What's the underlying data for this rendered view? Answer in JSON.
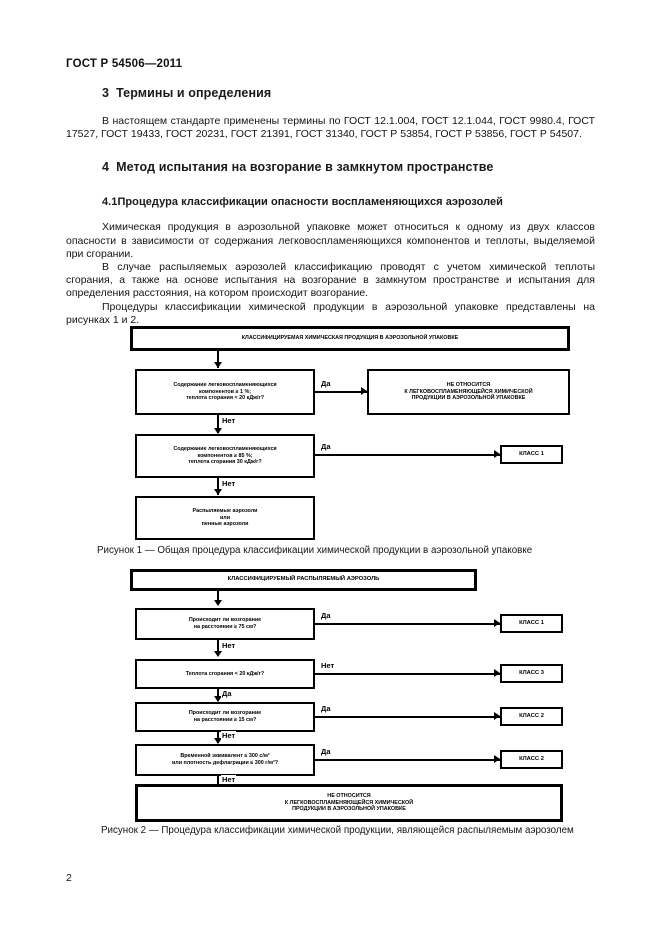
{
  "document": {
    "standard_header": "ГОСТ Р 54506—2011",
    "page_number": "2"
  },
  "sections": [
    {
      "number": "3",
      "title": "Термины и определения",
      "paragraphs": [
        "В настоящем стандарте применены термины по ГОСТ 12.1.004, ГОСТ 12.1.044, ГОСТ 9980.4, ГОСТ 17527, ГОСТ 19433, ГОСТ 20231, ГОСТ 21391, ГОСТ 31340, ГОСТ Р 53854, ГОСТ Р 53856, ГОСТ Р 54507."
      ]
    },
    {
      "number": "4",
      "title": "Метод испытания на возгорание в замкнутом пространстве",
      "subsection": {
        "number": "4.1",
        "title": "Процедура классификации опасности воспламеняющихся аэрозолей"
      },
      "paragraphs": [
        "Химическая продукция в аэрозольной упаковке может относиться к одному из двух классов опасности в зависимости от содержания легковоспламеняющихся компонентов и теплоты, выделяемой при сгорании.",
        "В случае распыляемых аэрозолей классификацию проводят с учетом химической теплоты сгорания, а также на основе испытания на возгорание в замкнутом пространстве и испытания для определения расстояния, на котором происходит возгорание.",
        "Процедуры классификации химической продукции в аэрозольной упаковке представлены на рисунках 1 и 2."
      ]
    }
  ],
  "figure1": {
    "caption": "Рисунок  1 — Общая процедура классификации химической продукции в аэрозольной упаковке",
    "nodes": {
      "start": "КЛАССИФИЦИРУЕМАЯ ХИМИЧЕСКАЯ ПРОДУКЦИЯ В АЭРОЗОЛЬНОЙ УПАКОВКЕ",
      "decision1": "Содержание легковоспламеняющихся\nкомпонентов ≥ 1 %;\nтеплота сгорания < 20 кДж/г?",
      "not_flammable": "НЕ ОТНОСИТСЯ\nК ЛЕГКОВОСПЛАМЕНЯЮЩЕЙСЯ ХИМИЧЕСКОЙ\nПРОДУКЦИИ В АЭРОЗОЛЬНОЙ УПАКОВКЕ",
      "decision2": "Содержание легковоспламеняющихся\nкомпонентов ≥ 85 %;\nтеплота сгорания 30 кДж/г?",
      "class1": "КЛАСС 1",
      "end": "Распыляемые аэрозоли\nили\nпенные аэрозоли"
    },
    "edges": {
      "yes": "Да",
      "no": "Нет"
    }
  },
  "figure2": {
    "caption": "Рисунок  2 — Процедура классификации химической продукции, являющейся распыляемым аэрозолем",
    "nodes": {
      "start": "КЛАССИФИЦИРУЕМЫЙ РАСПЫЛЯЕМЫЙ АЭРОЗОЛЬ",
      "decision1": "Происходит ли возгорание\nна расстоянии ≥ 75 см?",
      "class1": "КЛАСС 1",
      "decision2": "Теплота сгорания < 20 кДж/г?",
      "class3": "КЛАСС 3",
      "decision3": "Происходит ли возгорание\nна расстоянии ≥ 15 см?",
      "class2a": "КЛАСС 2",
      "decision4": "Временной эквивалент ≤ 300 с/м³\nили плотность дефлаграции ≤ 300 г/м³?",
      "class2b": "КЛАСС 2",
      "not_flammable": "НЕ ОТНОСИТСЯ\nК ЛЕГКОВОСПЛАМЕНЯЮЩЕЙСЯ ХИМИЧЕСКОЙ\nПРОДУКЦИИ В АЭРОЗОЛЬНОЙ УПАКОВКЕ"
    },
    "edges": {
      "yes": "Да",
      "no": "Нет"
    }
  }
}
